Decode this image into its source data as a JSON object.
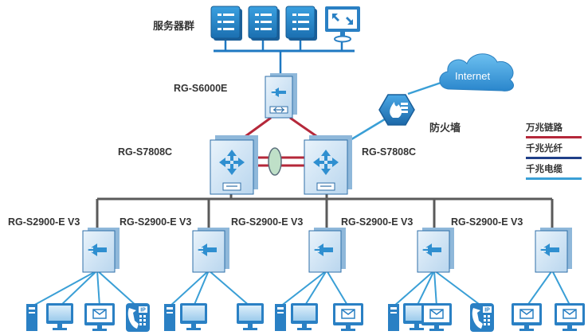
{
  "servers_label": "服务器群",
  "core_top": "RG-S6000E",
  "core_left": "RG-S7808C",
  "core_right": "RG-S7808C",
  "firewall_label": "防火墙",
  "internet_label": "Internet",
  "access_switches": [
    "RG-S2900-E V3",
    "RG-S2900-E V3",
    "RG-S2900-E V3",
    "RG-S2900-E V3",
    "RG-S2900-E V3"
  ],
  "legend": [
    {
      "label": "万兆链路",
      "color": "#b5283a"
    },
    {
      "label": "千兆光纤",
      "color": "#1f3f88"
    },
    {
      "label": "千兆电缆",
      "color": "#3a9fd6"
    }
  ],
  "phone_text": "IP",
  "colors": {
    "device_blue": "#2f8fd0",
    "device_dark": "#1c5f96",
    "switch_light": "#dcecf8",
    "server_rail": "#1e78c2",
    "trunk": "#5a5a5a"
  }
}
